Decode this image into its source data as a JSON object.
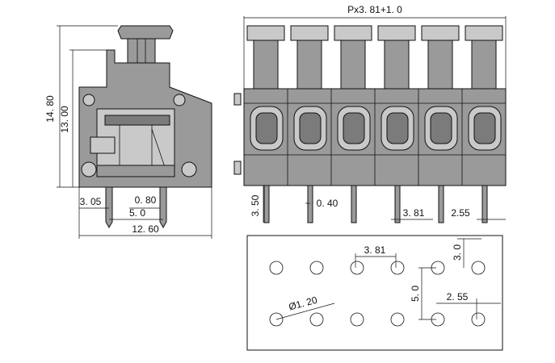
{
  "dimensions": {
    "top_pitch_formula": "Px3. 81+1. 0",
    "height_total": "14. 80",
    "height_body": "13. 00",
    "pin_offset": "3. 05",
    "pin_width": "0. 80",
    "pin_spacing": "5. 0",
    "depth": "12. 60",
    "pin_length": "3. 50",
    "pin_thickness": "0. 40",
    "pitch_front": "3. 81",
    "end_offset": "2.55",
    "pcb_pitch": "3. 81",
    "pcb_row_offset": "3. 0",
    "pcb_row_spacing": "5. 0",
    "pcb_end_offset": "2. 55",
    "hole_diameter": "Ø1. 20"
  },
  "colors": {
    "body": "#9a9a9a",
    "buttons": "#c9c9c9",
    "lines": "#111111"
  },
  "positions_count": 6
}
